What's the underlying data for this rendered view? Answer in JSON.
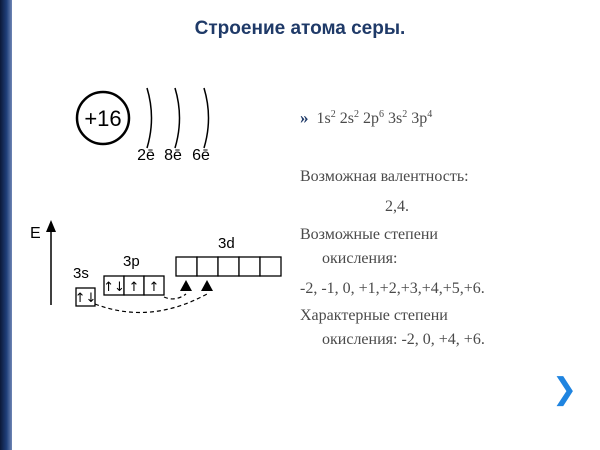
{
  "slide": {
    "title": "Строение атома серы."
  },
  "atom_diagram": {
    "nucleus_charge": "+16",
    "shell_labels": [
      "2ē",
      "8ē",
      "6ē"
    ],
    "energy_axis_label": "E",
    "sublevels": {
      "s": "3s",
      "p": "3p",
      "d": "3d"
    },
    "orbital_fill": {
      "3s": [
        "↑↓"
      ],
      "3p": [
        "↑↓",
        "↑",
        "↑"
      ],
      "3d": [
        "",
        "",
        "",
        "",
        ""
      ]
    }
  },
  "content": {
    "bullet_symbol": "»",
    "electron_config": {
      "terms": [
        {
          "base": "1s",
          "sup": "2"
        },
        {
          "base": "2s",
          "sup": "2"
        },
        {
          "base": "2p",
          "sup": "6"
        },
        {
          "base": "3s",
          "sup": "2"
        },
        {
          "base": "3p",
          "sup": "4"
        }
      ]
    },
    "valence_label": "Возможная валентность:",
    "valence_value": "2,4.",
    "oxidation_label_1": "Возможные степени",
    "oxidation_label_2": "окисления:",
    "oxidation_values": "-2, -1, 0, +1,+2,+3,+4,+5,+6.",
    "typical_label_1": "Характерные степени",
    "typical_label_2": "окисления: -2, 0, +4, +6."
  },
  "navigation": {
    "next_icon": "chevron-right-icon",
    "next_symbol": "❯"
  },
  "colors": {
    "title": "#1f3a68",
    "accent": "#1f84e0",
    "sidebar": "#1f3f7a"
  }
}
